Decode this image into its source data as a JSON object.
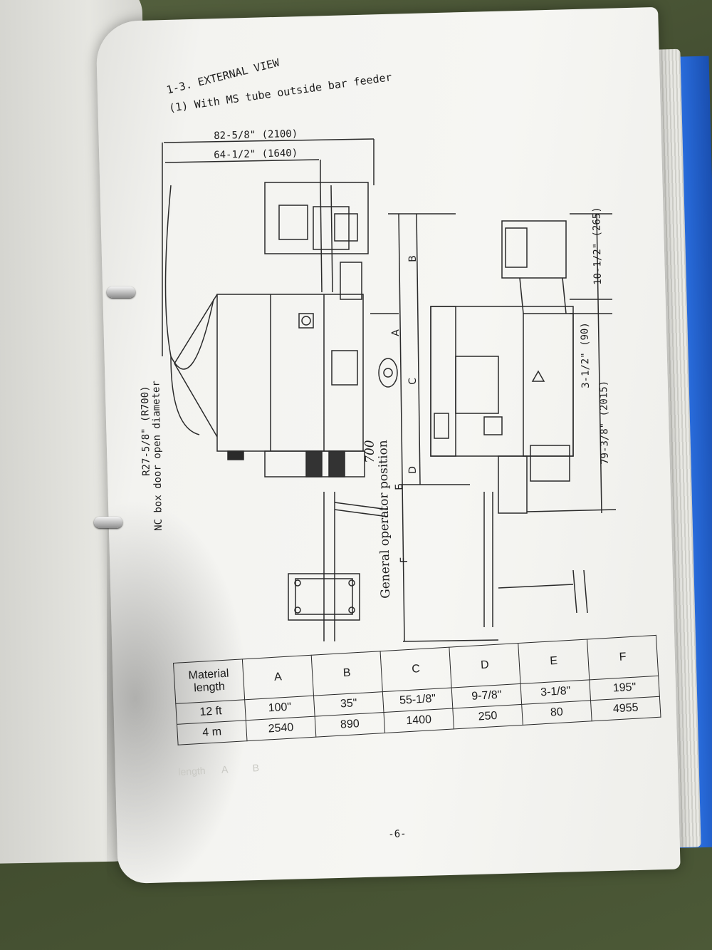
{
  "heading": {
    "section": "1-3. EXTERNAL VIEW",
    "subsection": "(1) With MS tube outside bar feeder"
  },
  "dimensions": {
    "overall_width": "82-5/8\" (2100)",
    "body_width": "64-1/2\" (1640)",
    "door_radius": "R27-5/8\" (R700)",
    "door_note": "NC box door open diameter",
    "right_top": "10-1/2\" (265)",
    "right_mid": "3-1/2\" (90)",
    "right_height": "79-3/8\" (2015)",
    "handwritten": "700"
  },
  "letters": {
    "A": "A",
    "B": "B",
    "C": "C",
    "D": "D",
    "E": "E",
    "F": "F"
  },
  "operator_label": "General operator position",
  "table": {
    "header_first": "Material length",
    "columns": [
      "A",
      "B",
      "C",
      "D",
      "E",
      "F"
    ],
    "rows": [
      {
        "label": "12 ft",
        "values": [
          "100\"",
          "35\"",
          "55-1/8\"",
          "9-7/8\"",
          "3-1/8\"",
          "195\""
        ]
      },
      {
        "label": "4 m",
        "values": [
          "2540",
          "890",
          "1400",
          "250",
          "80",
          "4955"
        ]
      }
    ]
  },
  "page_number": "-6-"
}
